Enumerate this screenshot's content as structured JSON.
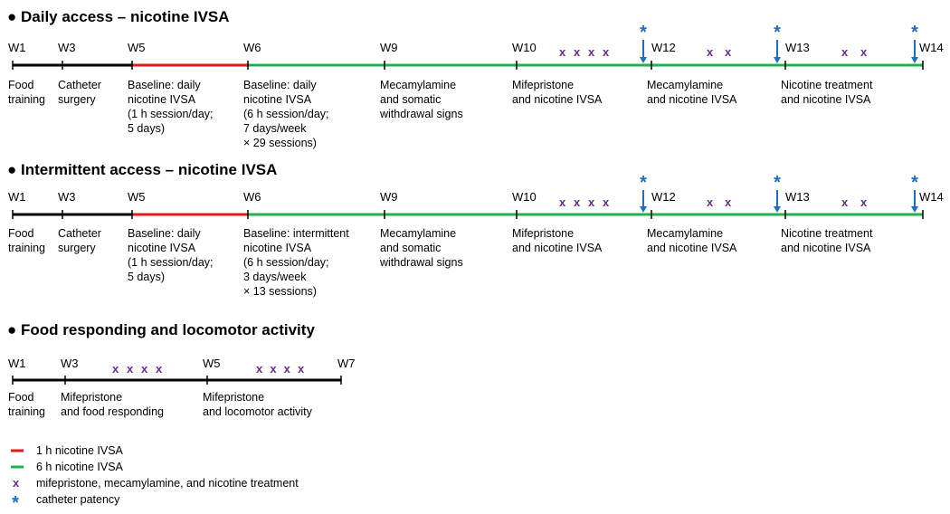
{
  "colors": {
    "black": "#000000",
    "red": "#e31a1c",
    "green": "#22b14c",
    "purple": "#6a2c91",
    "blue": "#1f6fbf"
  },
  "sections": [
    {
      "title": "● Daily access – nicotine IVSA",
      "weeks": [
        "W1",
        "W3",
        "W5",
        "W6",
        "W9",
        "W10",
        "W12",
        "W13",
        "W14"
      ],
      "descriptions": [
        [
          "Food",
          "training"
        ],
        [
          "Catheter",
          "surgery"
        ],
        [
          "Baseline:  daily",
          "nicotine IVSA",
          "(1 h session/day;",
          "5 days)"
        ],
        [
          "Baseline:  daily",
          "nicotine IVSA",
          "(6 h session/day;",
          "7 days/week",
          "× 29 sessions)"
        ],
        [
          "Mecamylamine",
          "and somatic",
          "withdrawal  signs"
        ],
        [
          "Mifepristone",
          "and nicotine IVSA"
        ],
        [
          "Mecamylamine",
          "and nicotine IVSA"
        ],
        [
          "Nicotine treatment",
          "and nicotine IVSA"
        ]
      ],
      "treatment_groups": [
        "x x x x",
        "x x",
        "x x"
      ],
      "patency_marks": [
        "*",
        "*",
        "*"
      ]
    },
    {
      "title": "● Intermittent access – nicotine IVSA",
      "weeks": [
        "W1",
        "W3",
        "W5",
        "W6",
        "W9",
        "W10",
        "W12",
        "W13",
        "W14"
      ],
      "descriptions": [
        [
          "Food",
          "training"
        ],
        [
          "Catheter",
          "surgery"
        ],
        [
          "Baseline:  daily",
          "nicotine IVSA",
          "(1 h session/day;",
          "5 days)"
        ],
        [
          "Baseline:  intermittent",
          "nicotine IVSA",
          "(6 h session/day;",
          "3 days/week",
          "× 13 sessions)"
        ],
        [
          "Mecamylamine",
          "and somatic",
          "withdrawal  signs"
        ],
        [
          "Mifepristone",
          "and nicotine IVSA"
        ],
        [
          "Mecamylamine",
          "and nicotine IVSA"
        ],
        [
          "Nicotine treatment",
          "and nicotine IVSA"
        ]
      ],
      "treatment_groups": [
        "x x x x",
        "x x",
        "x x"
      ],
      "patency_marks": [
        "*",
        "*",
        "*"
      ]
    },
    {
      "title": "● Food responding and locomotor activity",
      "weeks": [
        "W1",
        "W3",
        "W5",
        "W7"
      ],
      "descriptions": [
        [
          "Food",
          "training"
        ],
        [
          "Mifepristone",
          "and food responding"
        ],
        [
          "Mifepristone",
          "and locomotor  activity"
        ]
      ],
      "treatment_groups": [
        "x x x x",
        "x x x x"
      ]
    }
  ],
  "legend": [
    {
      "symbol": "line",
      "color": "#e31a1c",
      "label": "1 h nicotine IVSA"
    },
    {
      "symbol": "line",
      "color": "#22b14c",
      "label": "6 h nicotine IVSA"
    },
    {
      "symbol": "x",
      "color": "#6a2c91",
      "label": "mifepristone,  mecamylamine,  and  nicotine treatment"
    },
    {
      "symbol": "*",
      "color": "#1f6fbf",
      "label": "catheter patency"
    }
  ]
}
